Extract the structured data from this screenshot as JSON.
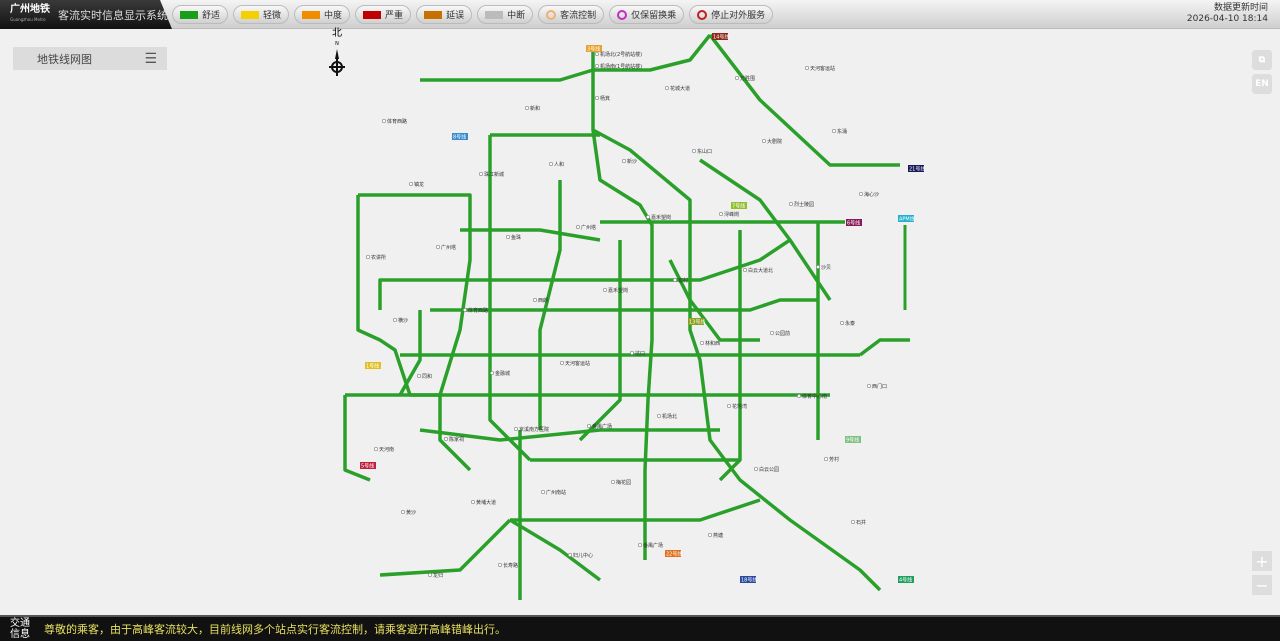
{
  "header": {
    "logo": "广州地铁",
    "logo_sub": "Guangzhou Metro",
    "system_title": "客流实时信息显示系统",
    "legend": [
      {
        "label": "舒适",
        "color": "#1a9e1a",
        "type": "bar"
      },
      {
        "label": "轻微",
        "color": "#f5d000",
        "type": "bar"
      },
      {
        "label": "中度",
        "color": "#f08c00",
        "type": "bar"
      },
      {
        "label": "严重",
        "color": "#c00000",
        "type": "bar"
      },
      {
        "label": "延误",
        "color": "#c87000",
        "type": "bar"
      },
      {
        "label": "中断",
        "color": "#bbbbbb",
        "type": "bar"
      },
      {
        "label": "客流控制",
        "color": "#f0b070",
        "type": "ring"
      },
      {
        "label": "仅保留换乘",
        "color": "#c030c0",
        "type": "ring"
      },
      {
        "label": "停止对外服务",
        "color": "#c02020",
        "type": "ring"
      }
    ],
    "update_label": "数据更新时间",
    "update_time": "2026-04-10 18:14"
  },
  "panel": {
    "title": "地铁线网图"
  },
  "compass": {
    "label": "北",
    "n": "N"
  },
  "side": {
    "lang": "EN",
    "zoom_in": "+",
    "zoom_out": "−"
  },
  "map": {
    "line_color": "#2aa02a",
    "badges": [
      {
        "label": "3号线",
        "color": "#e8a030"
      },
      {
        "label": "14号线",
        "color": "#8b2a1a"
      },
      {
        "label": "21号线",
        "color": "#1a1a5a"
      },
      {
        "label": "8号线",
        "color": "#3a8ad0"
      },
      {
        "label": "6号线",
        "color": "#8a1a5a"
      },
      {
        "label": "APM线",
        "color": "#20b0d0"
      },
      {
        "label": "1号线",
        "color": "#e0c020"
      },
      {
        "label": "5号线",
        "color": "#c02040"
      },
      {
        "label": "4号线",
        "color": "#20a060"
      },
      {
        "label": "18号线",
        "color": "#2a4aa0"
      },
      {
        "label": "22号线",
        "color": "#e07020"
      },
      {
        "label": "7号线",
        "color": "#90c030"
      },
      {
        "label": "13号线",
        "color": "#8aa020"
      },
      {
        "label": "9号线",
        "color": "#80c080"
      }
    ],
    "stations": [
      "机场北(2号航站楼)",
      "机场南(1号航站楼)",
      "人和",
      "嘉禾望岗",
      "白云大道北",
      "永泰",
      "同和",
      "京溪南方医院",
      "梅花园",
      "燕塘",
      "天河客运站",
      "体育西路",
      "珠江新城",
      "广州塔",
      "客村",
      "公园前",
      "西门口",
      "陈家祠",
      "广州南站",
      "番禺广场",
      "万胜围",
      "东涌",
      "镇龙",
      "鱼珠",
      "嘉禾望岗",
      "林和西",
      "体育中心南",
      "天河南",
      "黄埔大道",
      "妇儿中心",
      "花城大道",
      "大剧院",
      "海心沙",
      "广州塔",
      "西朗",
      "坑口",
      "花地湾",
      "芳村",
      "黄沙",
      "长寿路",
      "杨箕",
      "东山口",
      "烈士陵园",
      "农讲所",
      "体育西路",
      "天河客运站",
      "机场北",
      "白云公园",
      "石井",
      "龙归",
      "新和",
      "新沙",
      "浔峰岗",
      "沙贝",
      "横沙",
      "金融城",
      "番禺广场"
    ]
  },
  "footer": {
    "tag": "交通信息",
    "message": "尊敬的乘客，由于高峰客流较大，目前线网多个站点实行客流控制，请乘客避开高峰错峰出行。"
  }
}
